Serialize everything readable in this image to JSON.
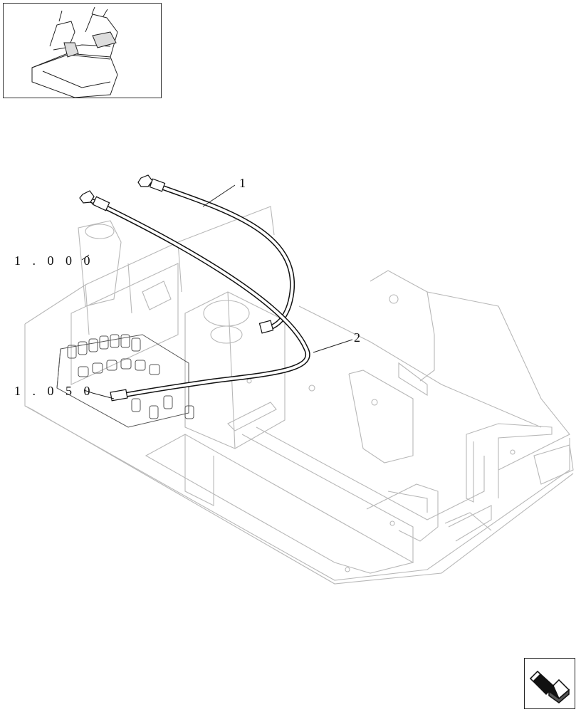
{
  "callouts": {
    "item_1": "1",
    "item_2": "2",
    "ref_upper": "1 . 0 0 0",
    "ref_lower": "1 . 0 5 0"
  },
  "icons": {
    "thumbnail": "machine-overview-icon",
    "navigation": "next-page-arrow-icon"
  },
  "colors": {
    "hose": "#111111",
    "frame_lines": "#b8b8b8",
    "valve": "#555555"
  }
}
